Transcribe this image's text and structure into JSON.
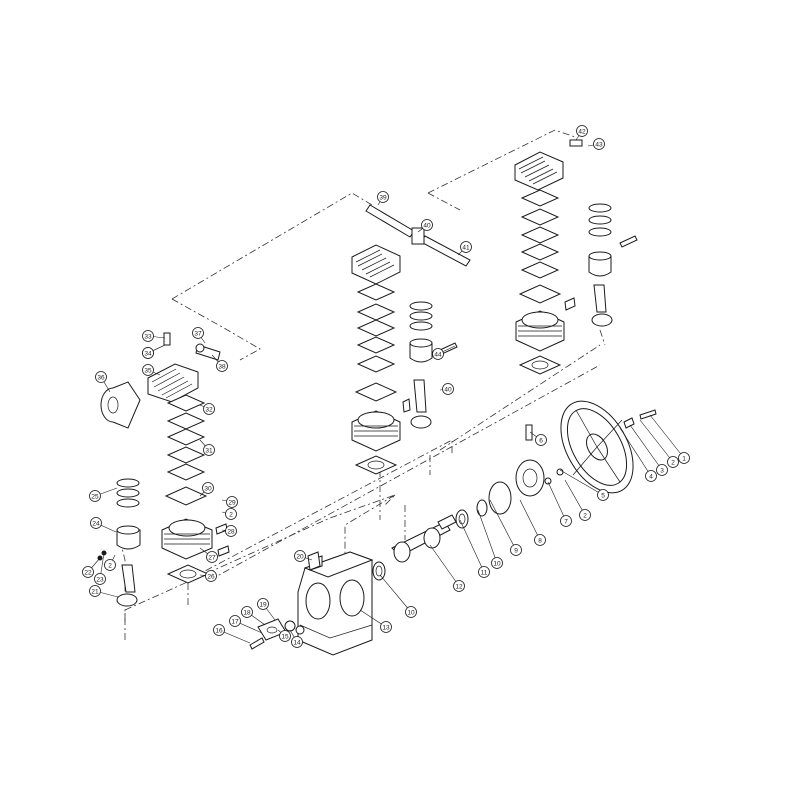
{
  "diagram": {
    "callouts": [
      "1",
      "2",
      "3",
      "4",
      "5",
      "6",
      "7",
      "2",
      "8",
      "9",
      "10",
      "11",
      "12",
      "10",
      "13",
      "14",
      "15",
      "16",
      "17",
      "18",
      "19",
      "20",
      "21",
      "22",
      "23",
      "2",
      "24",
      "25",
      "26",
      "27",
      "28",
      "2",
      "29",
      "30",
      "31",
      "32",
      "33",
      "2",
      "34",
      "35",
      "36",
      "37",
      "38",
      "39",
      "40",
      "41",
      "40",
      "42",
      "43",
      "44"
    ]
  }
}
